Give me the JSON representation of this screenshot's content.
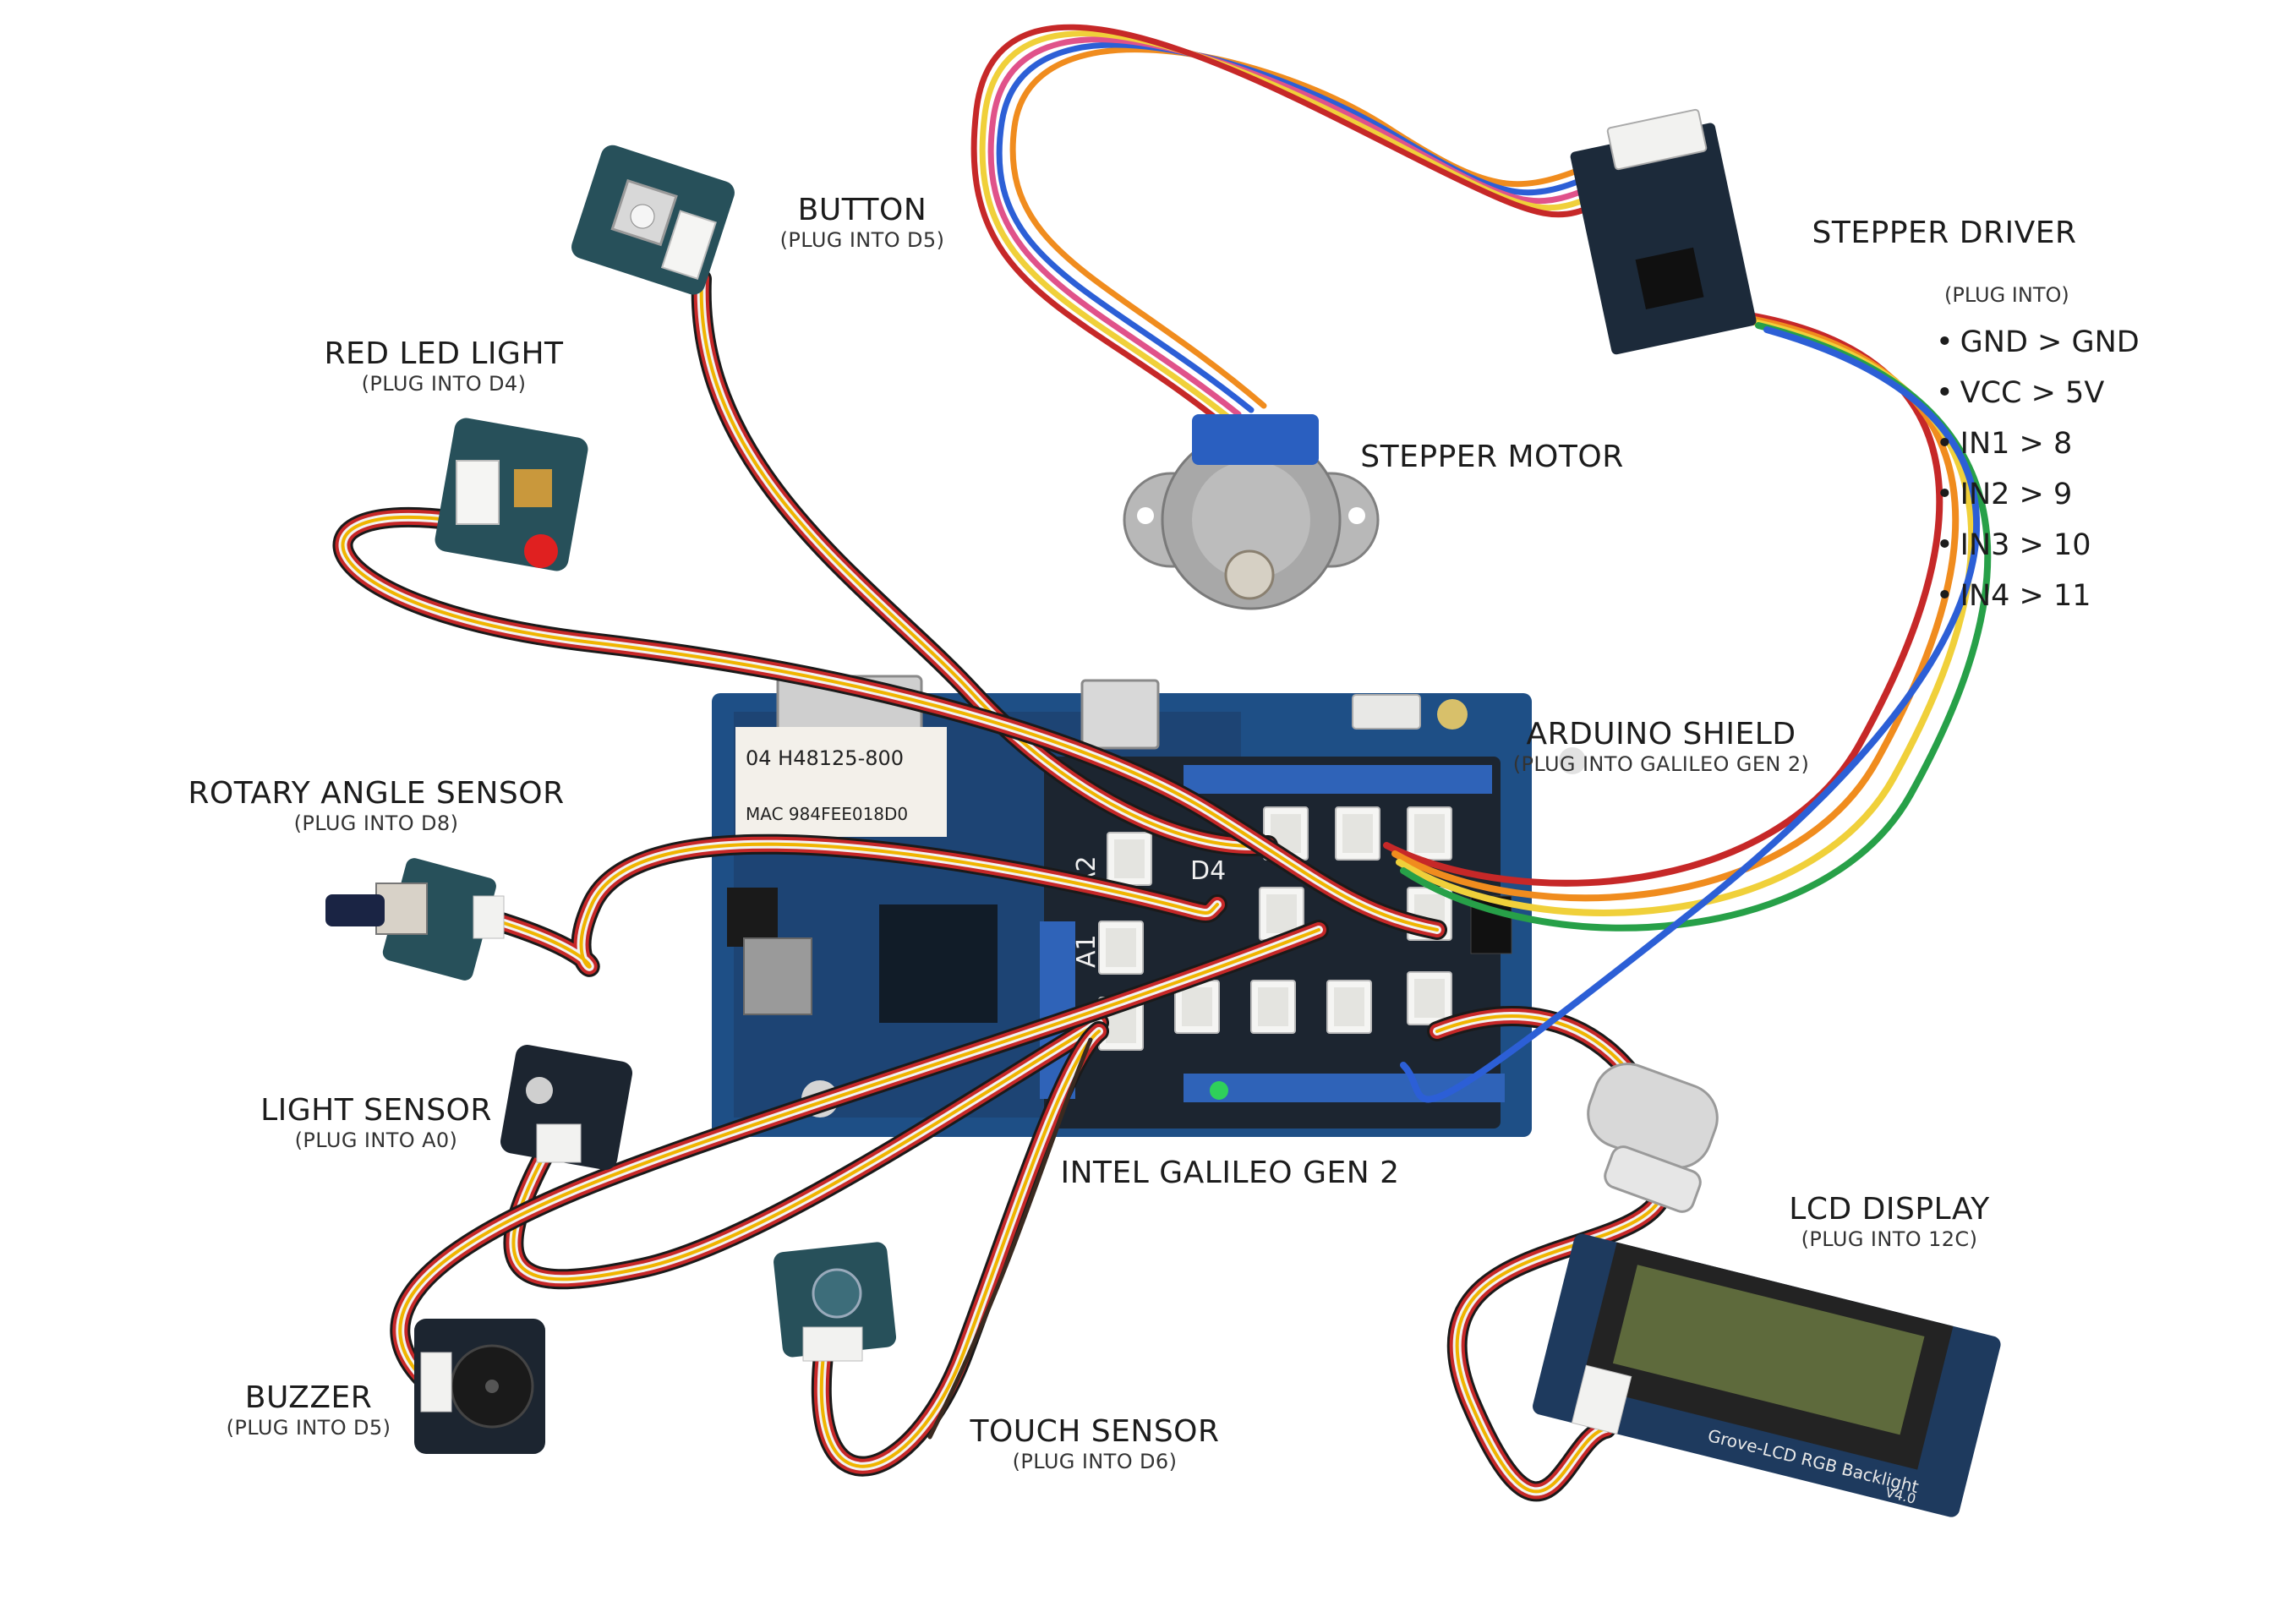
{
  "components": [
    {
      "id": "button",
      "title": "BUTTON",
      "sub": "(PLUG INTO D5)"
    },
    {
      "id": "red-led",
      "title": "RED LED LIGHT",
      "sub": "(PLUG INTO D4)"
    },
    {
      "id": "stepper-motor",
      "title": "STEPPER MOTOR",
      "sub": ""
    },
    {
      "id": "stepper-driver",
      "title": "STEPPER DRIVER",
      "sub": "(PLUG INTO)"
    },
    {
      "id": "arduino-shield",
      "title": "ARDUINO SHIELD",
      "sub": "(PLUG INTO GALILEO GEN 2)"
    },
    {
      "id": "rotary",
      "title": "ROTARY ANGLE SENSOR",
      "sub": "(PLUG INTO D8)"
    },
    {
      "id": "light-sensor",
      "title": "LIGHT SENSOR",
      "sub": "(PLUG INTO A0)"
    },
    {
      "id": "galileo",
      "title": "INTEL GALILEO GEN 2",
      "sub": ""
    },
    {
      "id": "lcd",
      "title": "LCD DISPLAY",
      "sub": "(PLUG INTO 12C)"
    },
    {
      "id": "touch",
      "title": "TOUCH SENSOR",
      "sub": "(PLUG INTO D6)"
    },
    {
      "id": "buzzer",
      "title": "BUZZER",
      "sub": "(PLUG INTO D5)"
    }
  ],
  "stepper_driver_pins": [
    "GND > GND",
    "VCC > 5V",
    "IN1 > 8",
    "IN2 > 9",
    "IN3 > 10",
    "IN4 > 11"
  ],
  "board_print": {
    "part_no": "04 H48125-800",
    "mac": "MAC 984FEE018D0",
    "ports": [
      "A2",
      "A1",
      "D4"
    ],
    "lcd_brand": "Grove-LCD RGB Backlight",
    "lcd_version": "V4.0"
  },
  "colors": {
    "board_blue": "#1e4f86",
    "board_dark": "#1c2530",
    "grove_green": "#27505a",
    "cable_red": "#c62828",
    "cable_yellow": "#f0b400",
    "cable_white": "#f2f2f2",
    "cable_black": "#1a1a1a",
    "wire_orange": "#f08c1e",
    "wire_blue": "#2c5fd6",
    "wire_green": "#27a048",
    "wire_pink": "#e0528a",
    "led_red": "#e02020",
    "motor_gray": "#a8a8a8"
  }
}
